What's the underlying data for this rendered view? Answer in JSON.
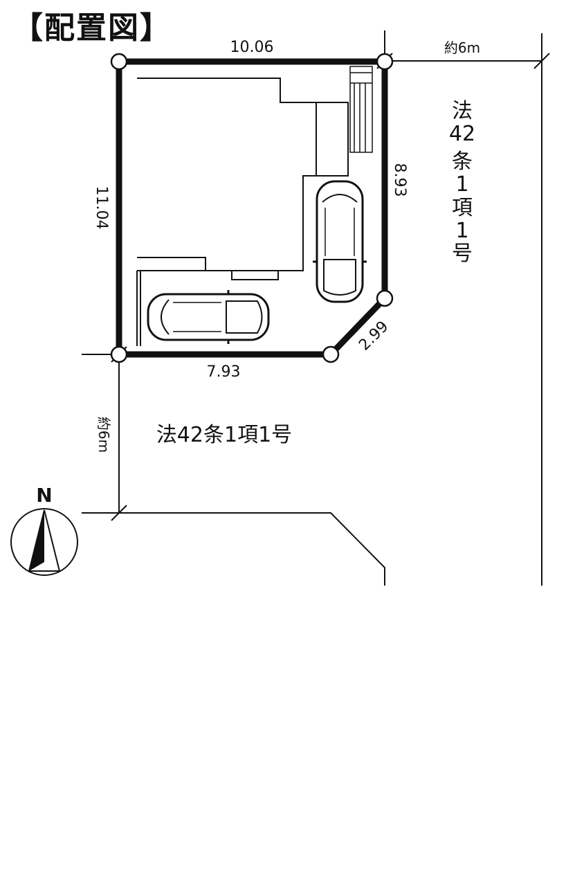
{
  "title": "【配置図】",
  "dimensions": {
    "top": "10.06",
    "left": "11.04",
    "right": "8.93",
    "corner": "2.99",
    "bottom": "7.93"
  },
  "roads": {
    "east_width": "約6m",
    "south_width": "約6m",
    "east_law": "法42条1項1号",
    "south_law": "法42条1項1号",
    "east_law_chars": [
      "法",
      "42",
      "条",
      "1",
      "項",
      "1",
      "号"
    ]
  },
  "compass": {
    "north_label": "N"
  },
  "colors": {
    "line": "#111111",
    "background": "#ffffff"
  }
}
